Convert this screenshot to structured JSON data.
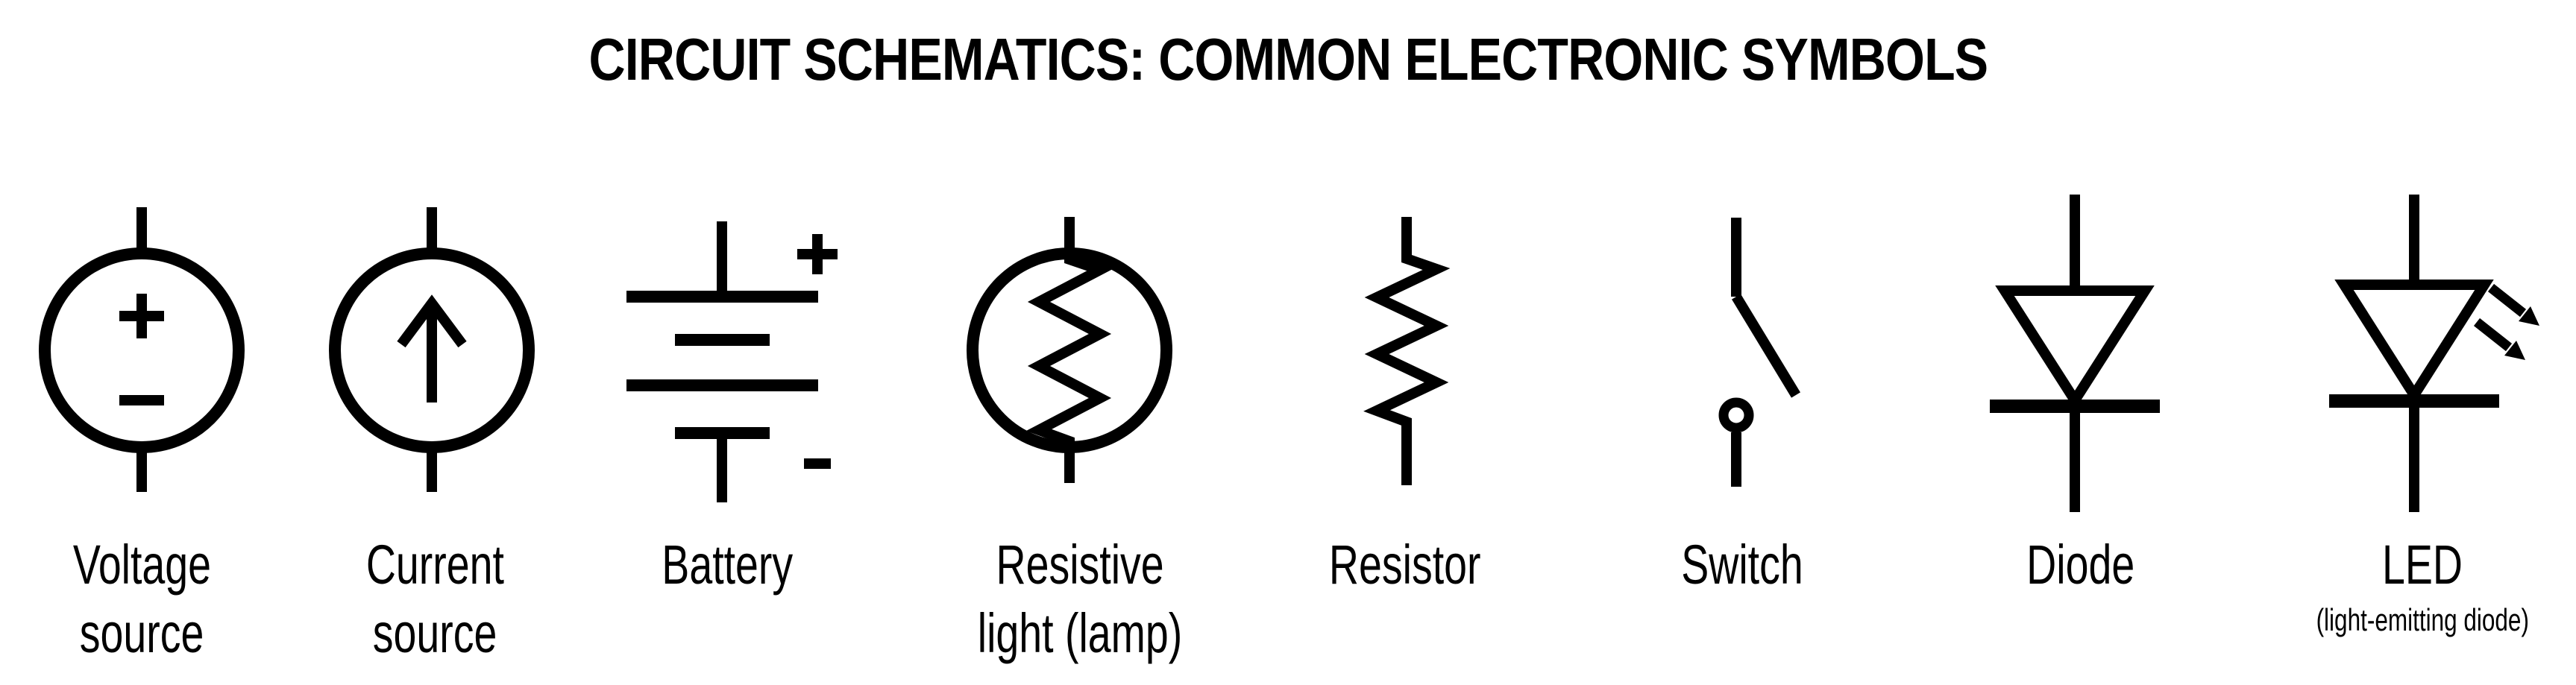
{
  "title": "CIRCUIT SCHEMATICS: COMMON ELECTRONIC SYMBOLS",
  "colors": {
    "ink": "#000000",
    "background": "#ffffff"
  },
  "symbols": [
    {
      "id": "voltage-source",
      "label_line1": "Voltage",
      "label_line2": "source",
      "polarity_top": "+",
      "polarity_bottom": "−"
    },
    {
      "id": "current-source",
      "label_line1": "Current",
      "label_line2": "source"
    },
    {
      "id": "battery",
      "label_line1": "Battery",
      "polarity_top": "+",
      "polarity_bottom": "-"
    },
    {
      "id": "resistive-light",
      "label_line1": "Resistive",
      "label_line2": "light (lamp)"
    },
    {
      "id": "resistor",
      "label_line1": "Resistor"
    },
    {
      "id": "switch",
      "label_line1": "Switch"
    },
    {
      "id": "diode",
      "label_line1": "Diode"
    },
    {
      "id": "led",
      "label_line1": "LED",
      "sublabel": "(light-emitting diode)"
    }
  ]
}
